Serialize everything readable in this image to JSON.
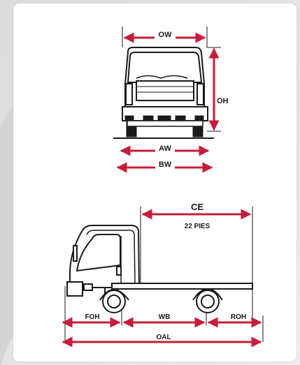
{
  "front_view": {
    "labels": {
      "overall_width": "OW",
      "overall_height": "OH",
      "axle_width": "AW",
      "body_width": "BW"
    }
  },
  "side_view": {
    "labels": {
      "cab_to_end": "CE",
      "cab_to_end_value": "22 PIES",
      "front_overhang": "FOH",
      "wheelbase": "WB",
      "rear_overhang": "ROH",
      "overall_length": "OAL"
    }
  },
  "colors": {
    "arrow": "#c41e3a",
    "line": "#1a1a1a",
    "card": "#ffffff",
    "background": "#e6e6e6"
  }
}
